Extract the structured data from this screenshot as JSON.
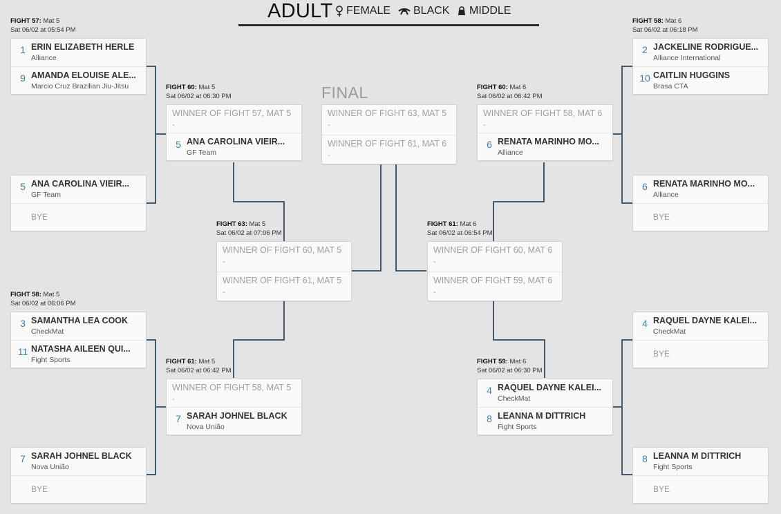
{
  "header": {
    "title": "ADULT",
    "gender": "FEMALE",
    "belt": "BLACK",
    "weight": "MIDDLE"
  },
  "final_label": "FINAL",
  "fights": {
    "f57m5": {
      "label": "FIGHT 57:",
      "mat": "Mat 5",
      "time": "Sat 06/02 at 05:54 PM",
      "a": {
        "seed": "1",
        "name": "ERIN ELIZABETH HERLE",
        "team": "Alliance"
      },
      "b": {
        "seed": "9",
        "name": "AMANDA ELOUISE ALE...",
        "team": "Marcio Cruz Brazilian Jiu-Jitsu"
      }
    },
    "f57m5b": {
      "a": {
        "seed": "5",
        "name": "ANA CAROLINA VIEIR...",
        "team": "GF Team"
      },
      "bye": "BYE"
    },
    "f58m5": {
      "label": "FIGHT 58:",
      "mat": "Mat 5",
      "time": "Sat 06/02 at 06:06 PM",
      "a": {
        "seed": "3",
        "name": "SAMANTHA LEA COOK",
        "team": "CheckMat"
      },
      "b": {
        "seed": "11",
        "name": "NATASHA AILEEN QUI...",
        "team": "Fight Sports"
      }
    },
    "f58m5b": {
      "a": {
        "seed": "7",
        "name": "SARAH JOHNEL BLACK",
        "team": "Nova União"
      },
      "bye": "BYE"
    },
    "f58m6": {
      "label": "FIGHT 58:",
      "mat": "Mat 6",
      "time": "Sat 06/02 at 06:18 PM",
      "a": {
        "seed": "2",
        "name": "JACKELINE RODRIGUE...",
        "team": "Alliance International"
      },
      "b": {
        "seed": "10",
        "name": "CAITLIN HUGGINS",
        "team": "Brasa CTA"
      }
    },
    "f58m6b": {
      "a": {
        "seed": "6",
        "name": "RENATA MARINHO MO...",
        "team": "Alliance"
      },
      "bye": "BYE"
    },
    "f59m6a": {
      "a": {
        "seed": "4",
        "name": "RAQUEL DAYNE KALEI...",
        "team": "CheckMat"
      },
      "bye": "BYE"
    },
    "f59m6b": {
      "a": {
        "seed": "8",
        "name": "LEANNA M DITTRICH",
        "team": "Fight Sports"
      },
      "bye": "BYE"
    },
    "f60m5": {
      "label": "FIGHT 60:",
      "mat": "Mat 5",
      "time": "Sat 06/02 at 06:30 PM",
      "a": {
        "placeholder": "WINNER OF FIGHT 57, MAT 5",
        "dash": "-"
      },
      "b": {
        "seed": "5",
        "name": "ANA CAROLINA VIEIR...",
        "team": "GF Team"
      }
    },
    "f61m5": {
      "label": "FIGHT 61:",
      "mat": "Mat 5",
      "time": "Sat 06/02 at 06:42 PM",
      "a": {
        "placeholder": "WINNER OF FIGHT 58, MAT 5",
        "dash": "-"
      },
      "b": {
        "seed": "7",
        "name": "SARAH JOHNEL BLACK",
        "team": "Nova União"
      }
    },
    "f60m6": {
      "label": "FIGHT 60:",
      "mat": "Mat 6",
      "time": "Sat 06/02 at 06:42 PM",
      "a": {
        "placeholder": "WINNER OF FIGHT 58, MAT 6",
        "dash": "-"
      },
      "b": {
        "seed": "6",
        "name": "RENATA MARINHO MO...",
        "team": "Alliance"
      }
    },
    "f59m6": {
      "label": "FIGHT 59:",
      "mat": "Mat 6",
      "time": "Sat 06/02 at 06:30 PM",
      "a": {
        "seed": "4",
        "name": "RAQUEL DAYNE KALEI...",
        "team": "CheckMat"
      },
      "b": {
        "seed": "8",
        "name": "LEANNA M DITTRICH",
        "team": "Fight Sports"
      }
    },
    "f63m5": {
      "label": "FIGHT 63:",
      "mat": "Mat 5",
      "time": "Sat 06/02 at 07:06 PM",
      "a": {
        "placeholder": "WINNER OF FIGHT 60, MAT 5",
        "dash": "-"
      },
      "b": {
        "placeholder": "WINNER OF FIGHT 61, MAT 5",
        "dash": "-"
      }
    },
    "f61m6": {
      "label": "FIGHT 61:",
      "mat": "Mat 6",
      "time": "Sat 06/02 at 06:54 PM",
      "a": {
        "placeholder": "WINNER OF FIGHT 60, MAT 6",
        "dash": "-"
      },
      "b": {
        "placeholder": "WINNER OF FIGHT 59, MAT 6",
        "dash": "-"
      }
    },
    "final": {
      "a": {
        "placeholder": "WINNER OF FIGHT 63, MAT 5",
        "dash": "-"
      },
      "b": {
        "placeholder": "WINNER OF FIGHT 61, MAT 6",
        "dash": "-"
      }
    }
  }
}
